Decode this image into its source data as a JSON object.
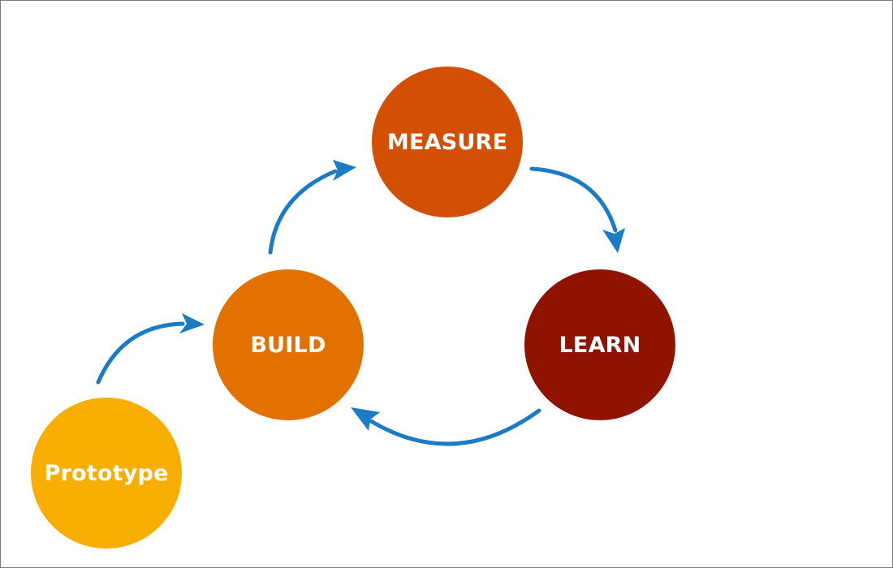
{
  "diagram": {
    "nodes": {
      "measure": {
        "label": "MEASURE",
        "color": "#D24F04"
      },
      "build": {
        "label": "BUILD",
        "color": "#E37100"
      },
      "learn": {
        "label": "LEARN",
        "color": "#8F1300"
      },
      "prototype": {
        "label": "Prototype",
        "color": "#F7AE00"
      }
    },
    "arrow_color": "#1B7BC4",
    "edges": [
      {
        "from": "prototype",
        "to": "build"
      },
      {
        "from": "build",
        "to": "measure"
      },
      {
        "from": "measure",
        "to": "learn"
      },
      {
        "from": "learn",
        "to": "build"
      }
    ]
  }
}
